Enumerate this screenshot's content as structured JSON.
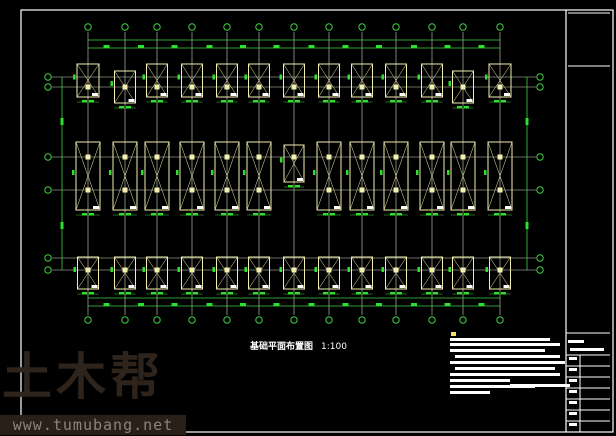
{
  "drawing": {
    "title": "基础平面布置图",
    "scale": "1:100",
    "colors": {
      "background": "#000000",
      "grid": "#3fd13f",
      "footing": "#f2eeb0",
      "border": "#ffffff",
      "dim": "#2ee02e"
    }
  },
  "watermark": {
    "logo": "土木帮",
    "url": "www.tumubang.net"
  }
}
